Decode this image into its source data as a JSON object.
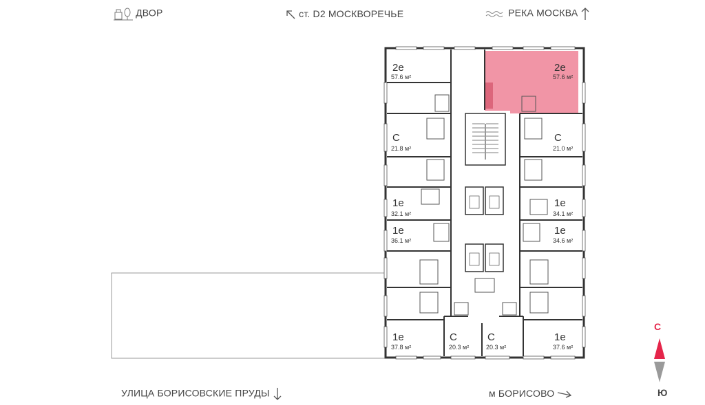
{
  "header": {
    "courtyard_label": "ДВОР",
    "station_label": "ст. D2 МОСКВОРЕЧЬЕ",
    "river_label": "РЕКА МОСКВА"
  },
  "footer": {
    "street_label": "УЛИЦА БОРИСОВСКИЕ ПРУДЫ",
    "metro_label": "м БОРИСОВО"
  },
  "compass": {
    "north_label": "С",
    "south_label": "Ю",
    "north_color": "#e5254a",
    "south_color": "#9a9a9a"
  },
  "colors": {
    "highlight_fill": "#ef8a9c",
    "wall": "#333333"
  },
  "apartments": [
    {
      "type": "2е",
      "area": "57.6 м²",
      "highlighted": false
    },
    {
      "type": "2е",
      "area": "57.6 м²",
      "highlighted": true
    },
    {
      "type": "С",
      "area": "21.8 м²",
      "highlighted": false
    },
    {
      "type": "С",
      "area": "21.0 м²",
      "highlighted": false
    },
    {
      "type": "1е",
      "area": "32.1 м²",
      "highlighted": false
    },
    {
      "type": "1е",
      "area": "34.1 м²",
      "highlighted": false
    },
    {
      "type": "1е",
      "area": "36.1 м²",
      "highlighted": false
    },
    {
      "type": "1е",
      "area": "34.6 м²",
      "highlighted": false
    },
    {
      "type": "1е",
      "area": "37.8 м²",
      "highlighted": false
    },
    {
      "type": "С",
      "area": "20.3 м²",
      "highlighted": false
    },
    {
      "type": "С",
      "area": "20.3 м²",
      "highlighted": false
    },
    {
      "type": "1е",
      "area": "37.6 м²",
      "highlighted": false
    }
  ]
}
